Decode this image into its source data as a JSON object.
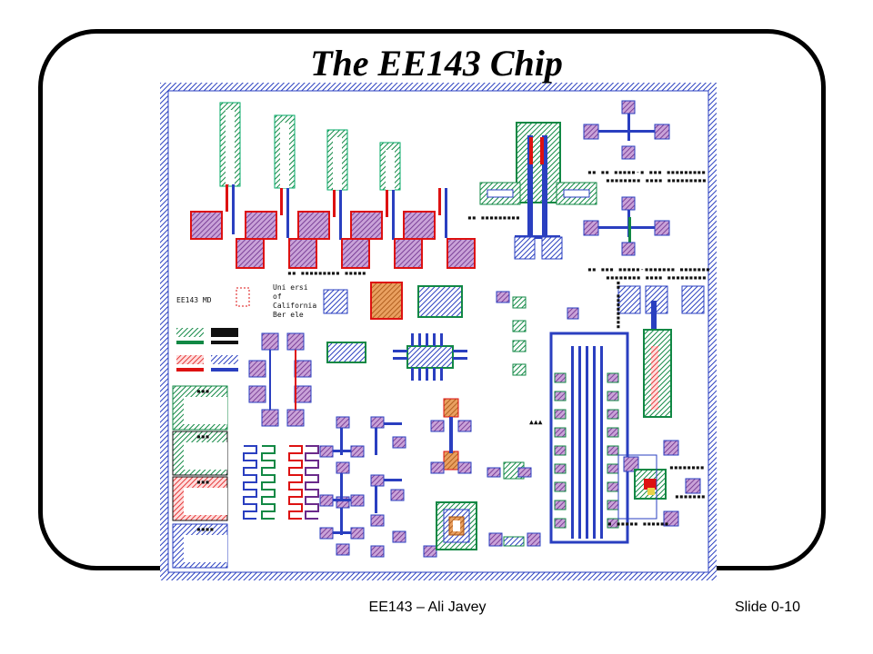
{
  "slide": {
    "title": "The EE143 Chip",
    "footer_center": "EE143 – Ali Javey",
    "footer_right": "Slide 0-10"
  },
  "chip_layout": {
    "university_label": [
      "Uni ersi",
      "of",
      "California",
      "Ber ele"
    ],
    "chip_name_label": "EE143 MD"
  }
}
